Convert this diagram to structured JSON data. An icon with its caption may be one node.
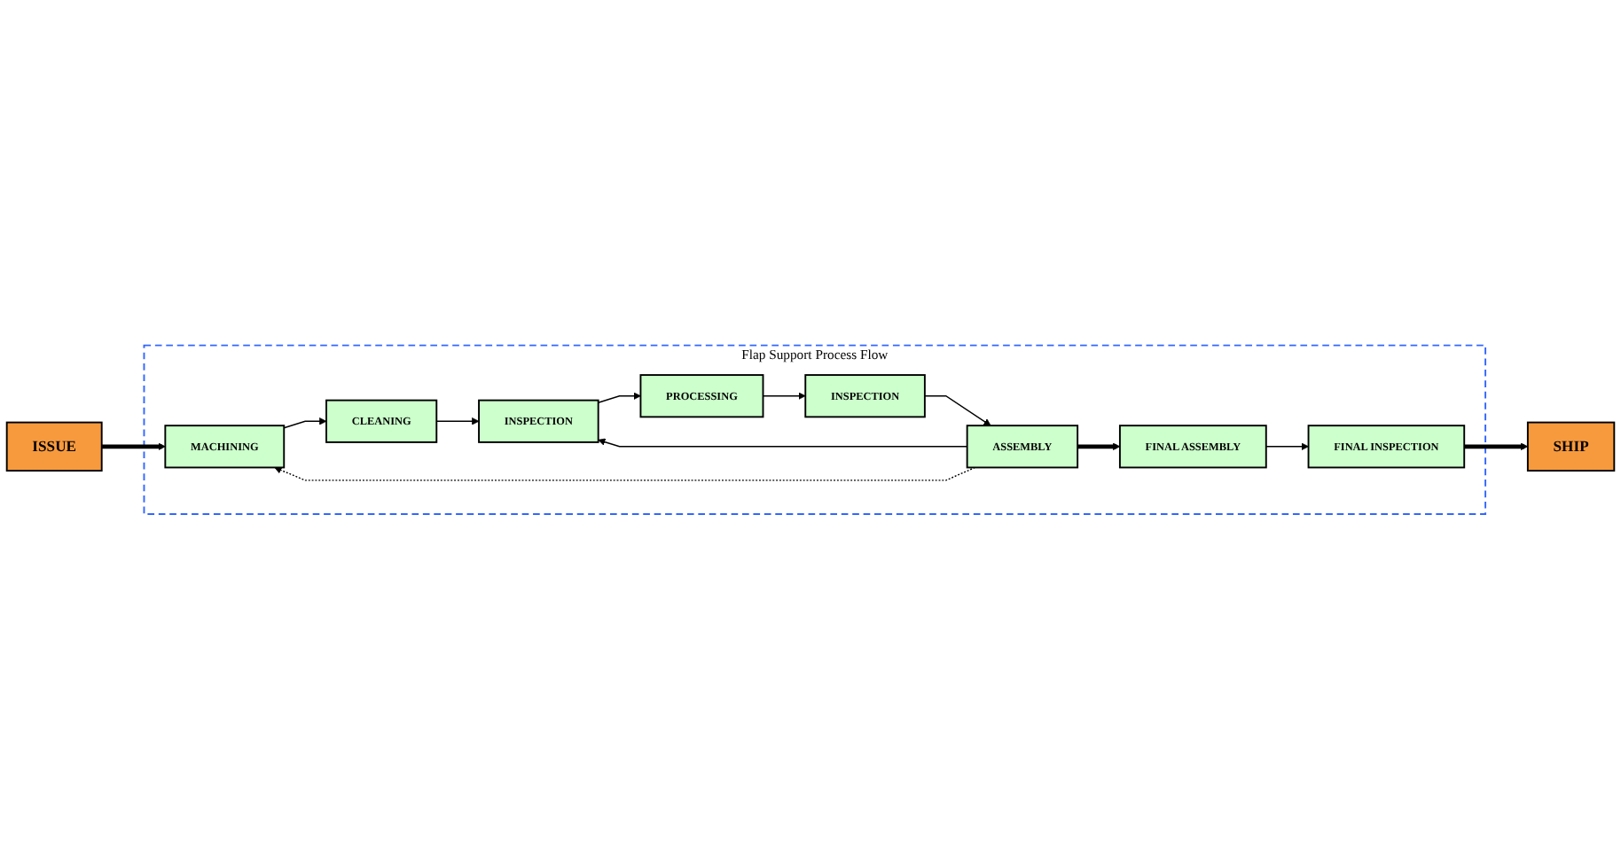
{
  "diagram": {
    "nodes": [
      {
        "text": [
          "ISSUE"
        ]
      },
      {
        "text": [
          "Flap Support Process Flow"
        ]
      },
      {
        "text": [
          "MACHINING"
        ],
        "in": 1
      },
      {
        "text": [
          "CLEANING"
        ],
        "in": 1
      },
      {
        "text": [
          "INSPECTION"
        ],
        "in": 1
      },
      {
        "text": [
          "PROCESSING"
        ],
        "in": 1
      },
      {
        "text": [
          "INSPECTION"
        ],
        "in": 1
      },
      {
        "text": [
          "ASSEMBLY"
        ],
        "in": 1
      },
      {
        "text": [
          "FINAL ASSEMBLY"
        ],
        "in": 1
      },
      {
        "text": [
          "FINAL INSPECTION"
        ],
        "in": 1
      },
      {
        "text": [
          "SHIP"
        ]
      }
    ],
    "edges": [
      {
        "from": 0,
        "to": 2,
        "arrow": "to",
        "style": "thick"
      },
      {
        "from": 2,
        "to": 3,
        "arrow": "to"
      },
      {
        "from": 3,
        "to": 4,
        "arrow": "to"
      },
      {
        "from": 4,
        "to": 5,
        "arrow": "to"
      },
      {
        "from": 5,
        "to": 6,
        "arrow": "to"
      },
      {
        "from": 6,
        "to": 7,
        "arrow": "to"
      },
      {
        "from": 7,
        "to": 8,
        "arrow": "to",
        "style": "thick"
      },
      {
        "from": 8,
        "to": 9,
        "arrow": "to"
      },
      {
        "from": 9,
        "to": 10,
        "arrow": "to",
        "style": "thick"
      },
      {
        "from": 7,
        "to": 4,
        "arrow": "to"
      },
      {
        "from": 7,
        "to": 2,
        "arrow": "to",
        "style": "dashed"
      }
    ]
  }
}
